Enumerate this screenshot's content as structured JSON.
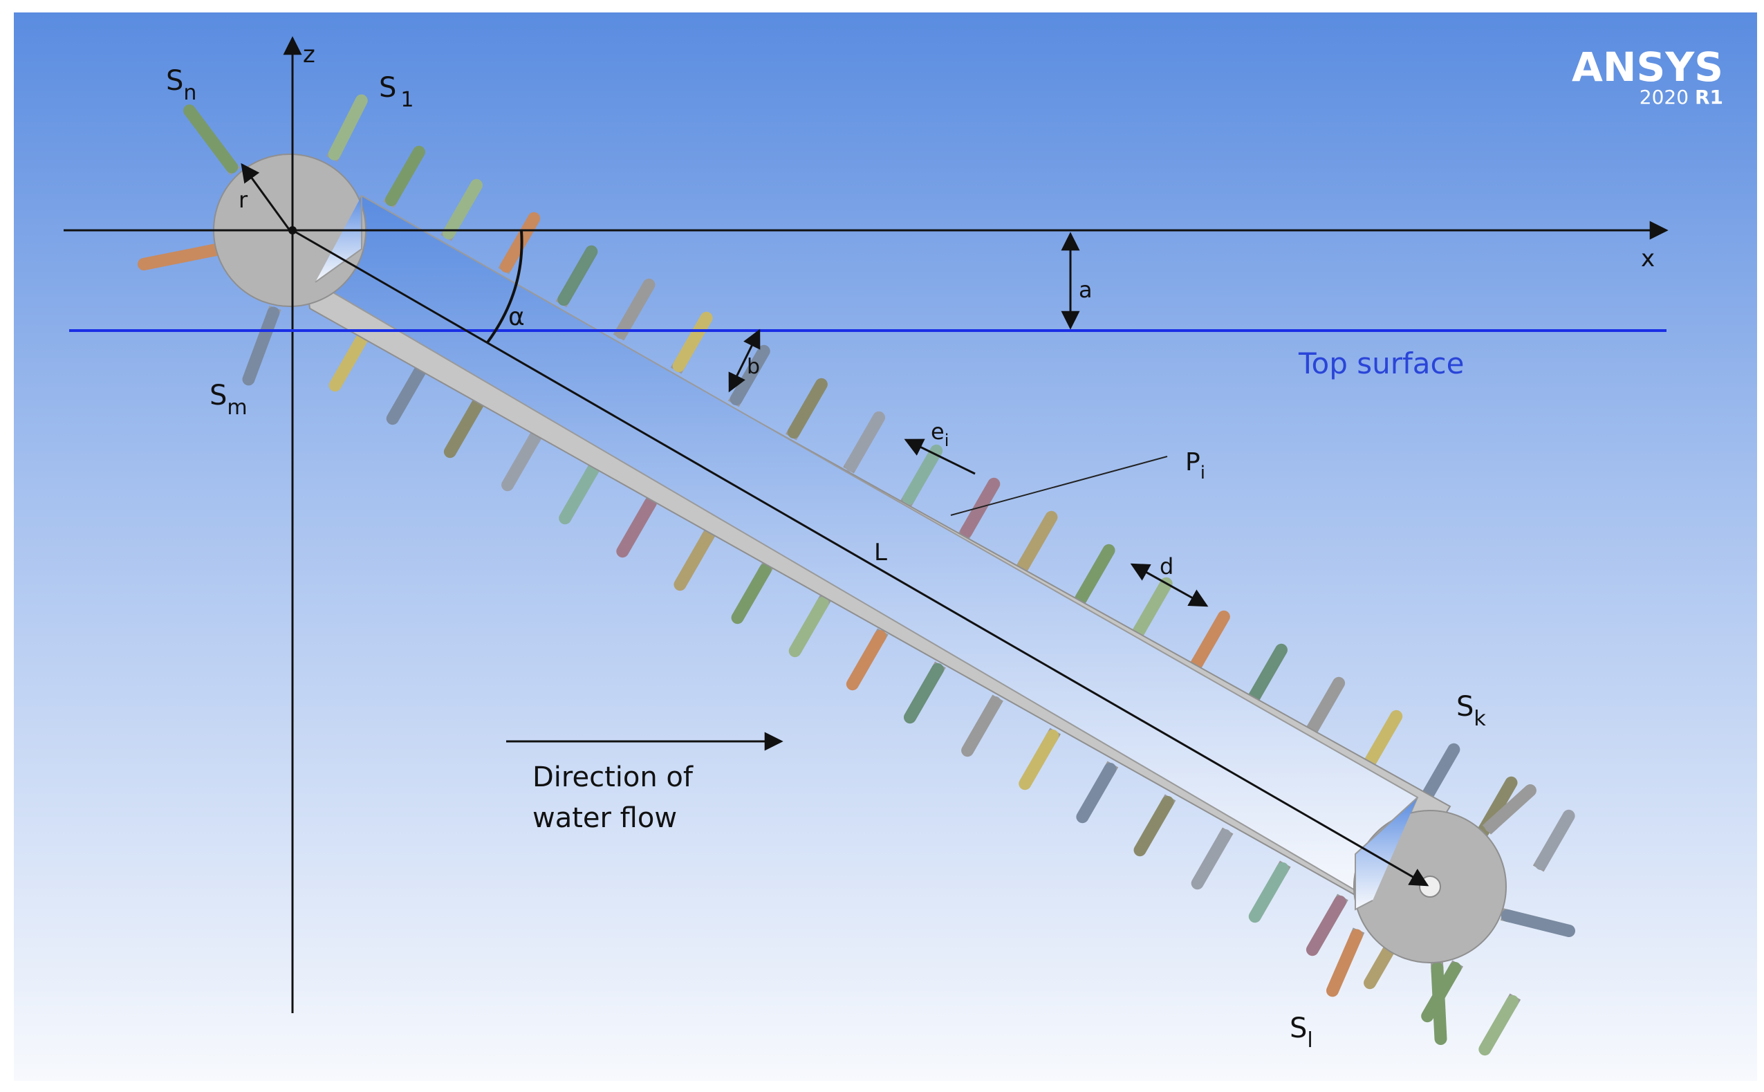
{
  "branding": {
    "product": "ANSYS",
    "version_prefix": "2020 ",
    "version_suffix": "R1"
  },
  "axes": {
    "z_label": "z",
    "x_label": "x"
  },
  "labels": {
    "s_n": {
      "base": "S",
      "sub": "n"
    },
    "s_1": {
      "base": "S",
      "sub": "1"
    },
    "s_m": {
      "base": "S",
      "sub": "m"
    },
    "s_k": {
      "base": "S",
      "sub": "k"
    },
    "s_l": {
      "base": "S",
      "sub": "l"
    },
    "r": "r",
    "alpha": "α",
    "a": "a",
    "b": "b",
    "e_i": {
      "base": "e",
      "sub": "i"
    },
    "p_i": {
      "base": "P",
      "sub": "i"
    },
    "L": "L",
    "d": "d",
    "top_surface": "Top surface",
    "flow_line1": "Direction of",
    "flow_line2": "water flow"
  },
  "colors": {
    "background_top": "#5a8ce0",
    "background_bottom": "#f7f9fd",
    "water_surface": "#1a2fe6",
    "top_surface_text": "#2a45d8",
    "belt": "#c6c6c6",
    "belt_edge": "#8f8f8f",
    "wheel": "#b4b4b4",
    "paddle_palette": [
      "#7a9a6a",
      "#9ab58a",
      "#c98a5e",
      "#6a8f7a",
      "#9a9a9a",
      "#c8b86a",
      "#7a8aa0",
      "#8a8a6a",
      "#9aa0aa",
      "#88b0a0",
      "#a07a8a",
      "#b0a070"
    ]
  }
}
